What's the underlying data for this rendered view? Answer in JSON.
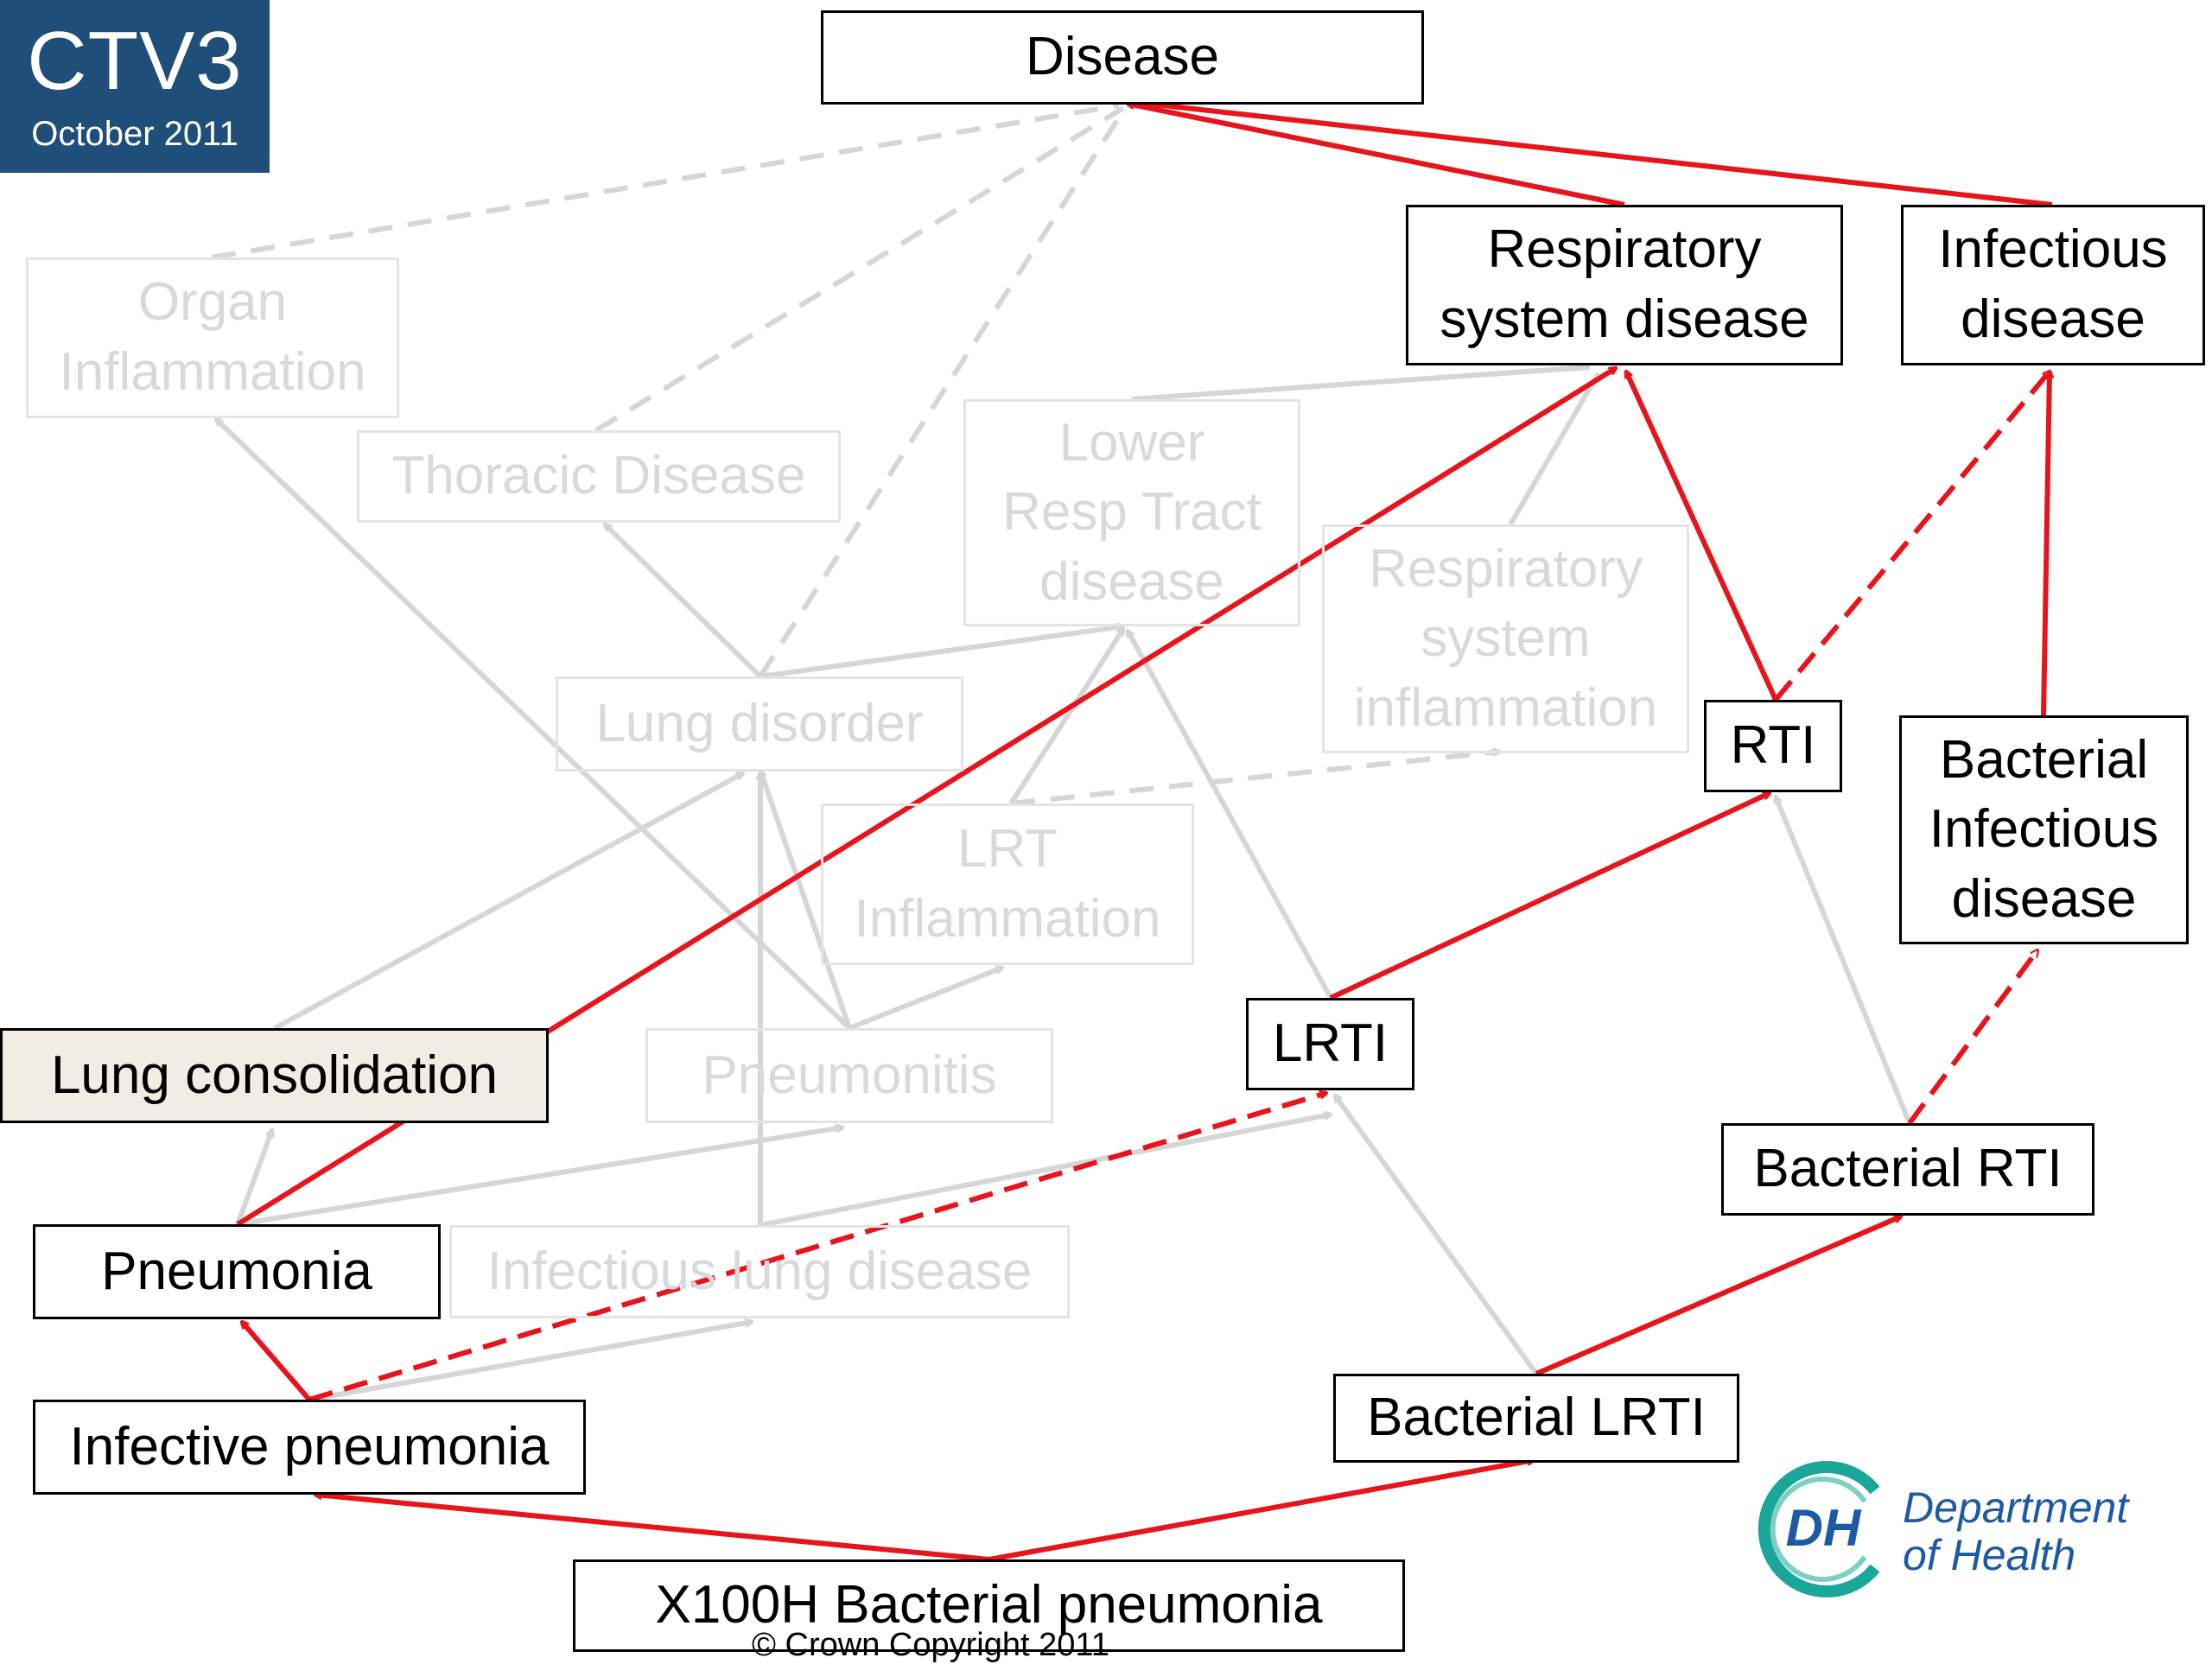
{
  "badge": {
    "title": "CTV3",
    "date": "October 2011"
  },
  "copyright": "© Crown Copyright 2011",
  "logo": {
    "mark": "DH",
    "name": "Department\nof Health",
    "icon": "dh-logo-icon"
  },
  "colors": {
    "active_edge": "#e8141b",
    "faded_edge": "#d4d4d4",
    "badge": "#1f4e79",
    "highlight": "#efede4"
  },
  "nodes": {
    "disease": "Disease",
    "respiratory_system_disease": "Respiratory\nsystem disease",
    "infectious_disease": "Infectious\ndisease",
    "organ_inflammation": "Organ\nInflammation",
    "thoracic_disease": "Thoracic Disease",
    "lower_resp_tract_disease": "Lower\nResp Tract\ndisease",
    "respiratory_system_inflammation": "Respiratory\nsystem\ninflammation",
    "lung_disorder": "Lung disorder",
    "rti": "RTI",
    "bacterial_infectious_disease": "Bacterial\nInfectious\ndisease",
    "lrt_inflammation": "LRT\nInflammation",
    "lung_consolidation": "Lung consolidation",
    "pneumonitis": "Pneumonitis",
    "lrti": "LRTI",
    "bacterial_rti": "Bacterial RTI",
    "pneumonia": "Pneumonia",
    "infectious_lung_disease": "Infectious lung disease",
    "infective_pneumonia": "Infective pneumonia",
    "bacterial_lrti": "Bacterial LRTI",
    "x100h_bacterial_pneumonia": "X100H Bacterial pneumonia"
  }
}
